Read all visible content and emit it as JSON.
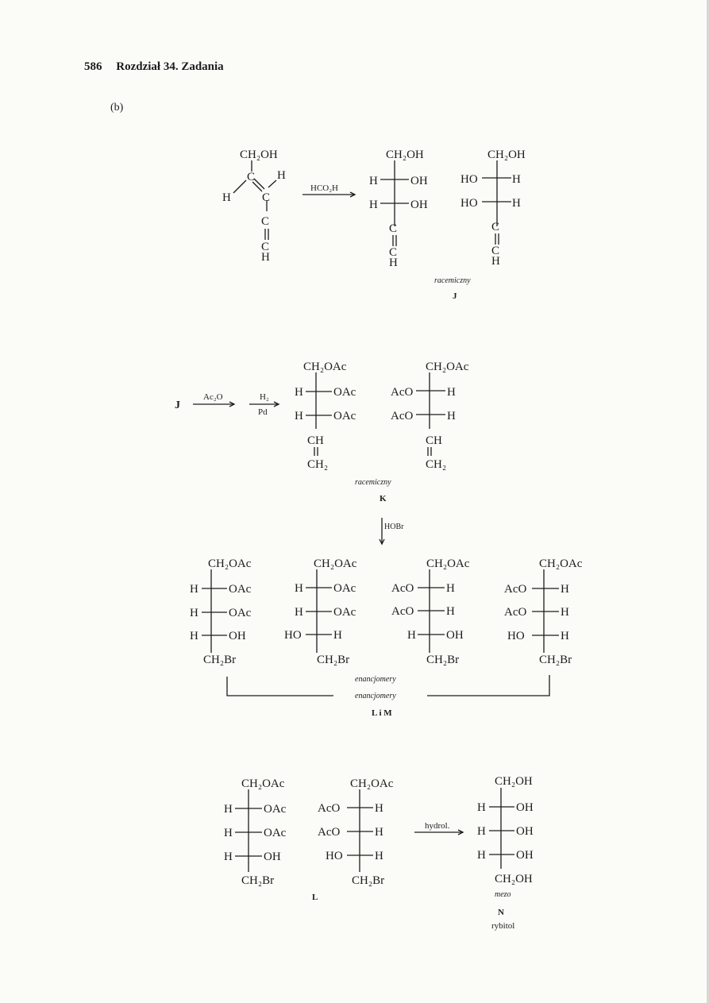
{
  "header": {
    "page_number": "586",
    "title": "Rozdział 34. Zadania"
  },
  "part_label": "(b)",
  "labels": {
    "racemic1": "racemiczny",
    "J": "J",
    "racemic2": "racemiczny",
    "K": "K",
    "enant1": "enancjomery",
    "enant2": "enancjomery",
    "LiM": "L i M",
    "L": "L",
    "meso": "mezo",
    "N": "N",
    "rybitol": "rybitol"
  },
  "reagents": {
    "r1": "HCO₂H",
    "r2a": "Ac₂O",
    "r2b": "H₂",
    "r2c": "Pd",
    "r3": "HOBr",
    "r4": "hydrol."
  },
  "start_label": "J",
  "groups": {
    "ch2oh": "CH₂OH",
    "ch2oac": "CH₂OAc",
    "ch2br": "CH₂Br",
    "h": "H",
    "c": "C",
    "ch": "CH",
    "ch2": "CH₂",
    "oh": "OH",
    "oac": "OAc",
    "aco": "AcO",
    "ho": "HO"
  }
}
